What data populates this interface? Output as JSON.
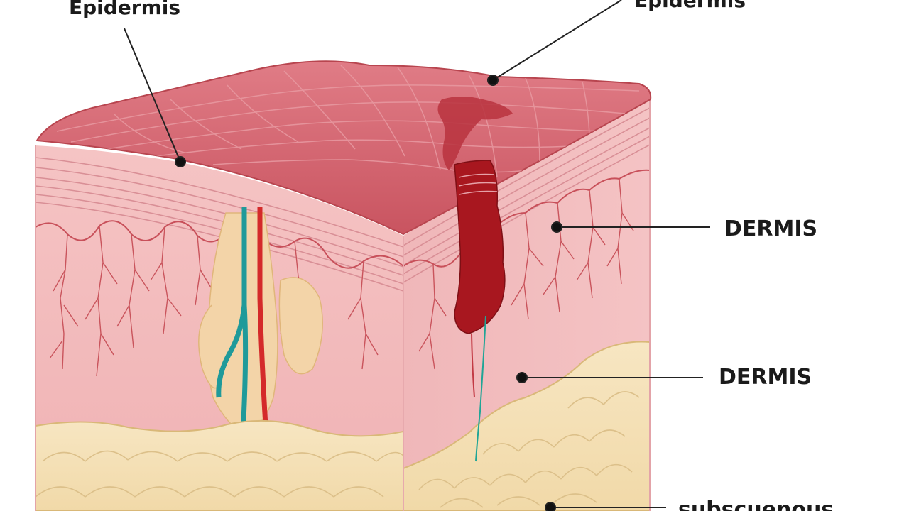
{
  "labels": {
    "epidermis_left": "Epidermis",
    "epidermis_right": "Epidermis",
    "dermis_upper": "DERMIS",
    "dermis_lower": "DERMIS",
    "subcutaneous": "subscuenous"
  },
  "colors": {
    "epidermis_top": "#d9707a",
    "epidermis_layer": "#f3c2c2",
    "dermis": "#f2b6b8",
    "capillary": "#c2474e",
    "fat": "#f4e0b8",
    "fat_line": "#d9b878",
    "wound": "#a8171f",
    "vein": "#1f9a9a",
    "artery": "#d42a2a",
    "leader": "#222222"
  }
}
